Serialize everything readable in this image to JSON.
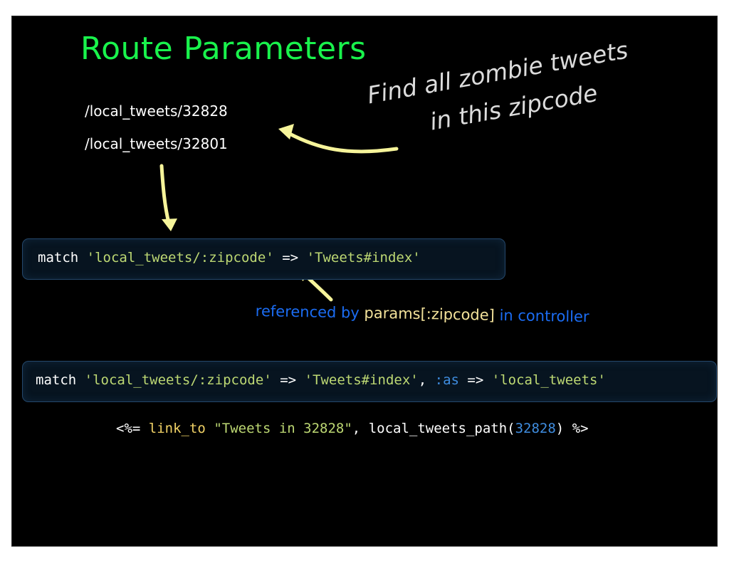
{
  "slide": {
    "title": "Route Parameters",
    "urls": [
      "/local_tweets/32828",
      "/local_tweets/32801"
    ],
    "note": {
      "line1": "Find all zombie tweets",
      "line2": "in this zipcode"
    },
    "code1": {
      "keyword": "match",
      "route": "'local_tweets/:zipcode'",
      "arrow": "=>",
      "target": "'Tweets#index'"
    },
    "reference": {
      "prefix": "referenced by",
      "param": "params[:zipcode]",
      "suffix": "in controller"
    },
    "code2": {
      "keyword": "match",
      "route": "'local_tweets/:zipcode'",
      "arrow": "=>",
      "target": "'Tweets#index'",
      "comma": ",",
      "as_symbol": ":as",
      "arrow2": "=>",
      "name": "'local_tweets'"
    },
    "erb": {
      "open": "<%=",
      "helper": "link_to",
      "text": "\"Tweets in 32828\"",
      "comma": ",",
      "path_call": "local_tweets_path(",
      "arg": "32828",
      "close_paren": ")",
      "close": "%>"
    }
  },
  "colors": {
    "title": "#19f34c",
    "arrow": "#f6f49a",
    "string": "#bdd873",
    "symbol": "#3f8de0",
    "helper": "#f1d266",
    "reference_blue": "#1b6cf2"
  }
}
